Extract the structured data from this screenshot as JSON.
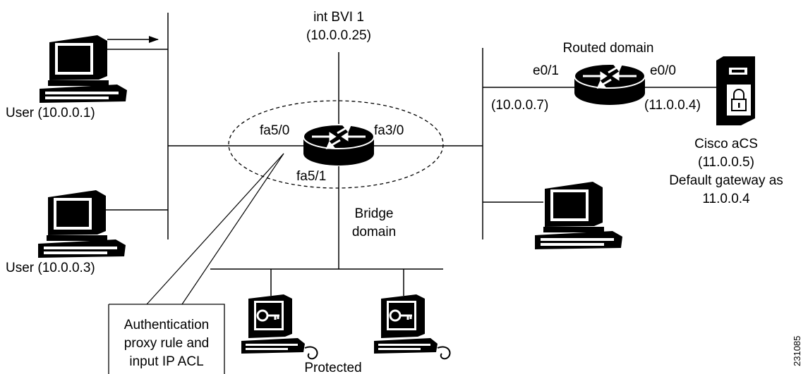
{
  "labels": {
    "int_bvi": "int BVI 1",
    "int_bvi_ip": "(10.0.0.25)",
    "user1": "User (10.0.0.1)",
    "user3": "User (10.0.0.3)",
    "fa5_0": "fa5/0",
    "fa3_0": "fa3/0",
    "fa5_1": "fa5/1",
    "bridge_domain": [
      "Bridge",
      "domain"
    ],
    "routed_domain": "Routed domain",
    "e0_1": "e0/1",
    "e0_0": "e0/0",
    "ip_e01": "(10.0.0.7)",
    "ip_e00": "(11.0.0.4)",
    "cisco_acs": [
      "Cisco aCS",
      "(11.0.0.5)",
      "Default gateway as",
      "11.0.0.4"
    ],
    "callout": [
      "Authentication",
      "proxy rule and",
      "input IP ACL"
    ],
    "protected": "Protected",
    "figure_id": "231085"
  },
  "colors": {
    "line": "#000000",
    "device_fill": "#000000",
    "background": "#ffffff"
  },
  "icons": {
    "router": "router-icon",
    "workstation": "workstation-icon",
    "protected_host": "protected-host-icon",
    "server": "server-lock-icon"
  }
}
